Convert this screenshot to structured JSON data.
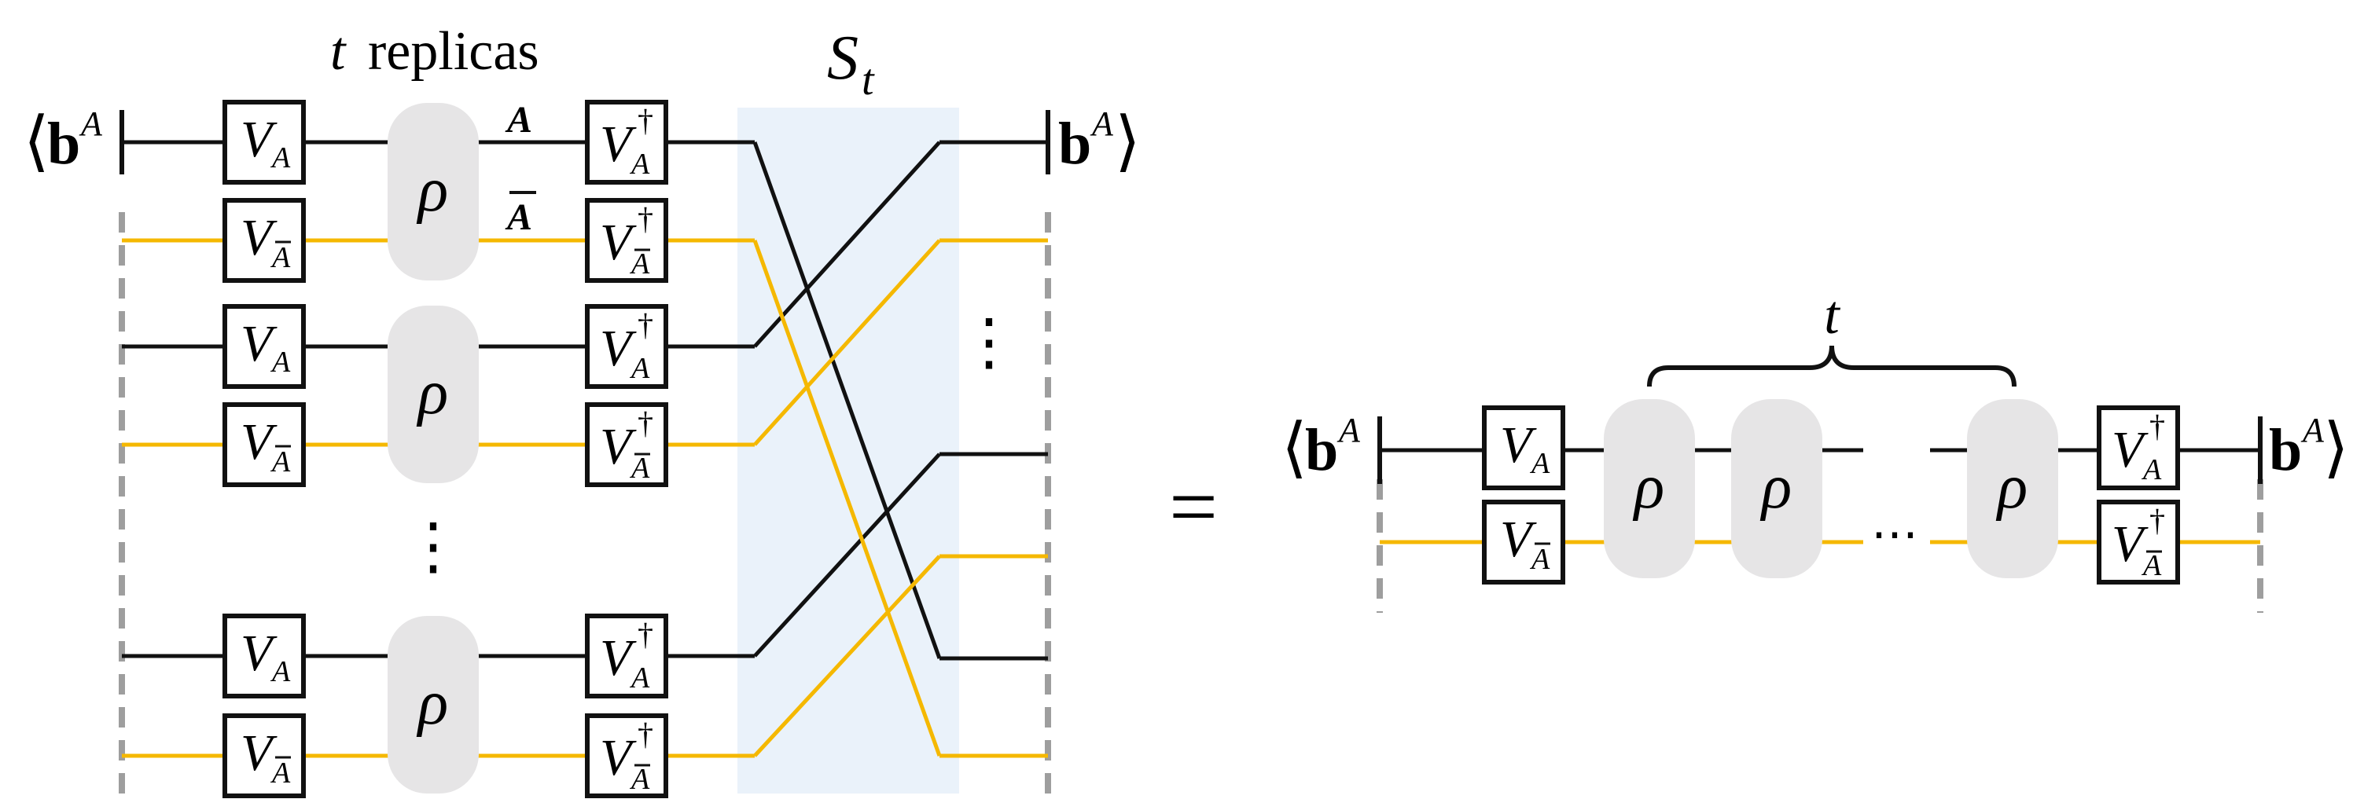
{
  "colors": {
    "black_wire": "#111111",
    "yellow_wire": "#F5B800",
    "rho_blob": "#E6E5E6",
    "swap_box": "#EAF2FA",
    "dashed": "#9E9E9E"
  },
  "labels": {
    "replicas_t": "t",
    "replicas_word": "replicas",
    "swap_S": "S",
    "swap_sub": "t",
    "bra_b": "b",
    "bra_sup": "A",
    "ket_b": "b",
    "ket_sup": "A",
    "wire_A": "A",
    "wire_Abar": "A",
    "vdots": "⋮",
    "equals": "=",
    "brace_t": "t",
    "hdots": "⋯"
  },
  "gates": {
    "V": "V",
    "sub_A": "A",
    "sub_Abar": "A",
    "dagger": "†",
    "rho": "ρ"
  }
}
